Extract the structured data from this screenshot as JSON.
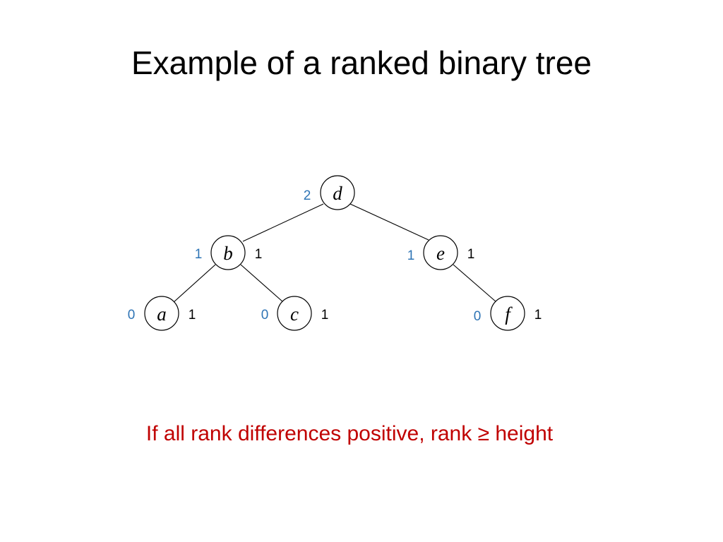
{
  "title": "Example of a ranked binary tree",
  "caption": "If all rank differences positive, rank ≥ height",
  "colors": {
    "caption": "#c00000",
    "rank": "#2e74b5",
    "text": "#000000"
  },
  "nodes": [
    {
      "id": "d",
      "label": "d",
      "rank": "2"
    },
    {
      "id": "b",
      "label": "b",
      "rank": "1",
      "diff": "1"
    },
    {
      "id": "e",
      "label": "e",
      "rank": "1",
      "diff": "1"
    },
    {
      "id": "a",
      "label": "a",
      "rank": "0",
      "diff": "1"
    },
    {
      "id": "c",
      "label": "c",
      "rank": "0",
      "diff": "1"
    },
    {
      "id": "f",
      "label": "f",
      "rank": "0",
      "diff": "1"
    }
  ],
  "edges": [
    {
      "from": "d",
      "to": "b"
    },
    {
      "from": "d",
      "to": "e"
    },
    {
      "from": "b",
      "to": "a"
    },
    {
      "from": "b",
      "to": "c"
    },
    {
      "from": "e",
      "to": "f"
    }
  ]
}
